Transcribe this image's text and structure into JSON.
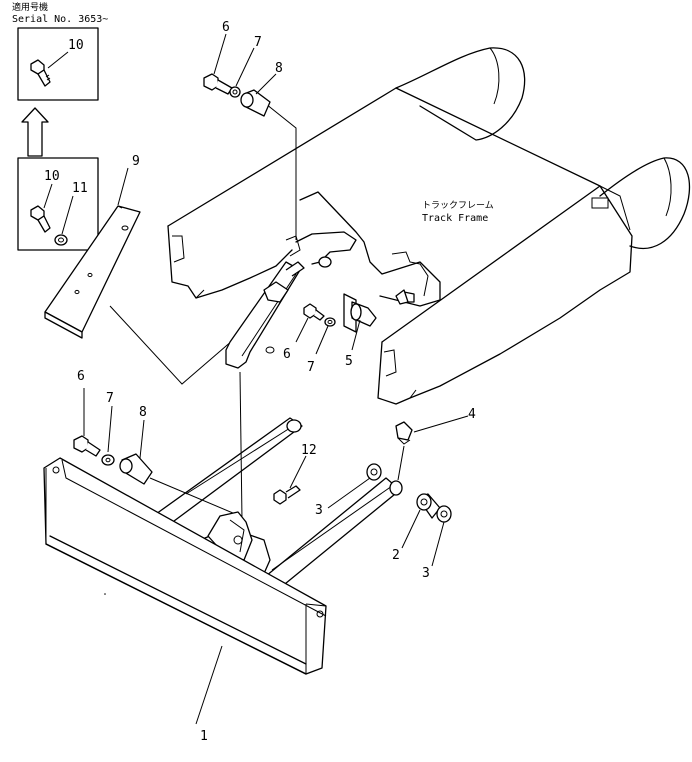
{
  "serial_note": {
    "japanese": "適用号機",
    "serial_text": "Serial  No. 3653~"
  },
  "frame_label": {
    "japanese": "トラックフレーム",
    "english": "Track Frame"
  },
  "callouts": {
    "p1": "1",
    "p2": "2",
    "p3a": "3",
    "p3b": "3",
    "p4": "4",
    "p5": "5",
    "p6a": "6",
    "p6b": "6",
    "p6c": "6",
    "p7a": "7",
    "p7b": "7",
    "p7c": "7",
    "p8a": "8",
    "p8b": "8",
    "p9": "9",
    "p10a": "10",
    "p10b": "10",
    "p11": "11",
    "p12": "12"
  }
}
